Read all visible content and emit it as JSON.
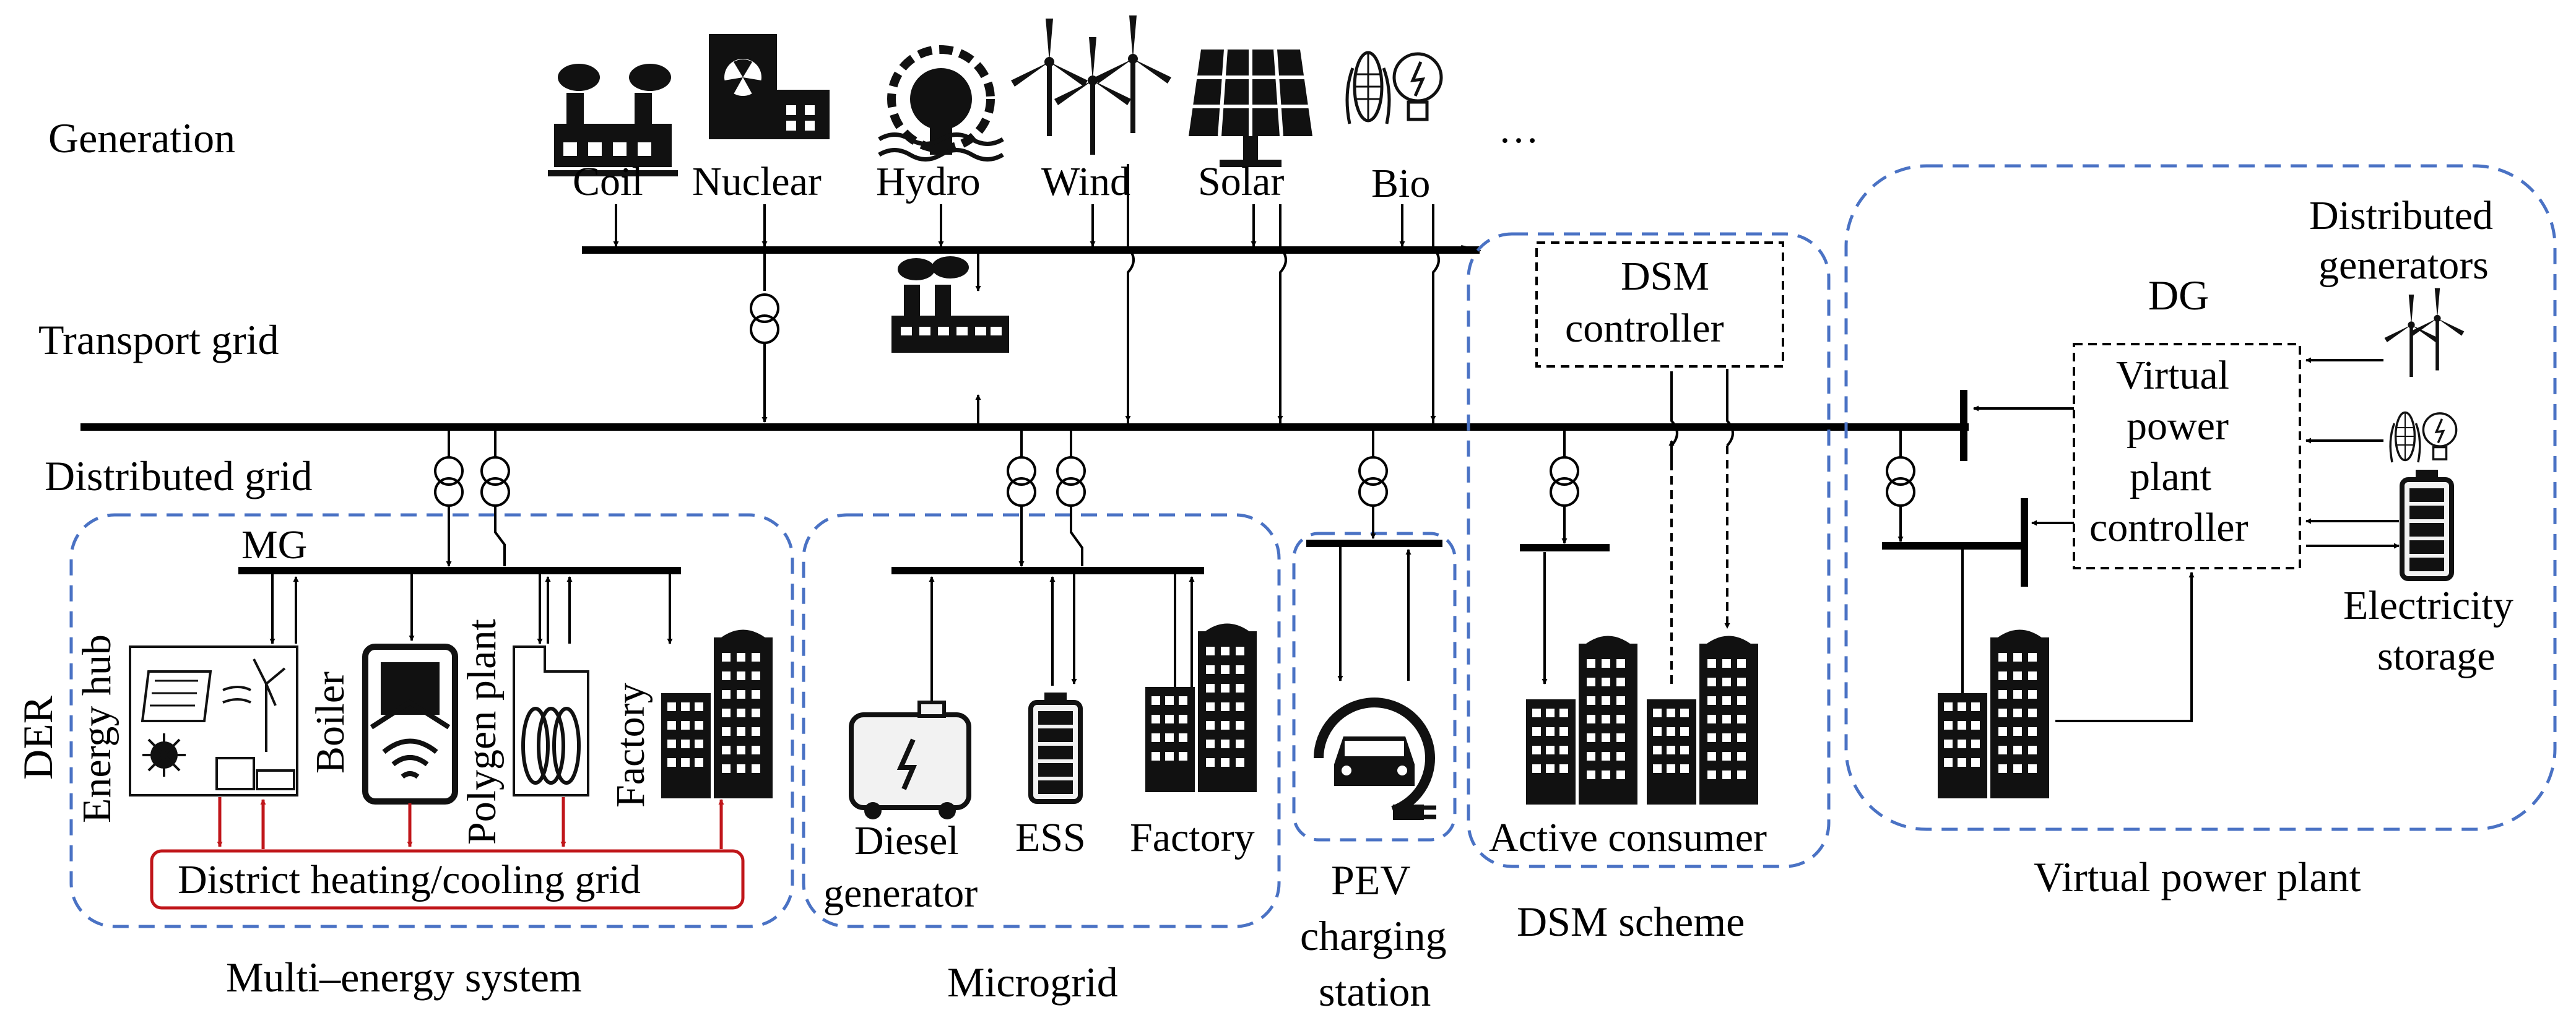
{
  "colors": {
    "region_border": "#4a72c4",
    "heating_grid": "#c0161a",
    "line": "#000000"
  },
  "levels": {
    "generation": "Generation",
    "transport": "Transport grid",
    "distributed": "Distributed grid",
    "der": "DER"
  },
  "generation_sources": {
    "coil": "Coil",
    "nuclear": "Nuclear",
    "hydro": "Hydro",
    "wind": "Wind",
    "solar": "Solar",
    "bio": "Bio",
    "more": "…"
  },
  "multi_energy": {
    "mg": "MG",
    "energy_hub": "Energy hub",
    "boiler": "Boiler",
    "polygen": "Polygen plant",
    "factory": "Factory",
    "district": "District heating/cooling grid",
    "title": "Multi–energy system"
  },
  "microgrid": {
    "diesel_1": "Diesel",
    "diesel_2": "generator",
    "ess": "ESS",
    "factory": "Factory",
    "title": "Microgrid"
  },
  "pev": {
    "line1": "PEV",
    "line2": "charging",
    "line3": "station"
  },
  "dsm": {
    "controller_1": "DSM",
    "controller_2": "controller",
    "consumer": "Active consumer",
    "title": "DSM scheme"
  },
  "vpp": {
    "dg": "DG",
    "dist_gen_1": "Distributed",
    "dist_gen_2": "generators",
    "ctrl_1": "Virtual",
    "ctrl_2": "power",
    "ctrl_3": "plant",
    "ctrl_4": "controller",
    "storage_1": "Electricity",
    "storage_2": "storage",
    "title": "Virtual power plant"
  }
}
